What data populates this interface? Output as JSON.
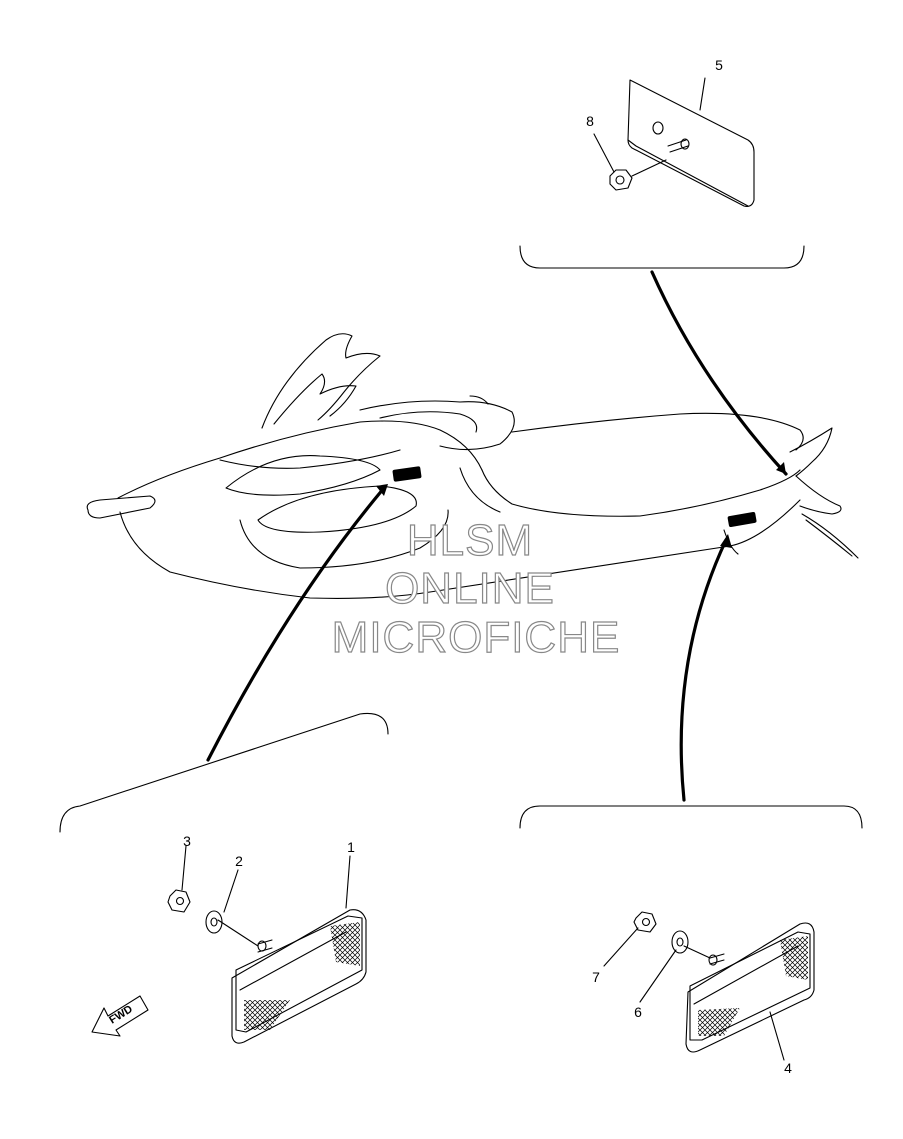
{
  "diagram": {
    "callouts": [
      {
        "id": "1",
        "label": "1"
      },
      {
        "id": "2",
        "label": "2"
      },
      {
        "id": "3",
        "label": "3"
      },
      {
        "id": "4",
        "label": "4"
      },
      {
        "id": "5",
        "label": "5"
      },
      {
        "id": "6",
        "label": "6"
      },
      {
        "id": "7",
        "label": "7"
      },
      {
        "id": "8",
        "label": "8"
      }
    ],
    "direction_arrow": "FWD",
    "watermark": {
      "line1": "HLSM",
      "line2": "ONLINE",
      "line3": "MICROFICHE"
    }
  }
}
